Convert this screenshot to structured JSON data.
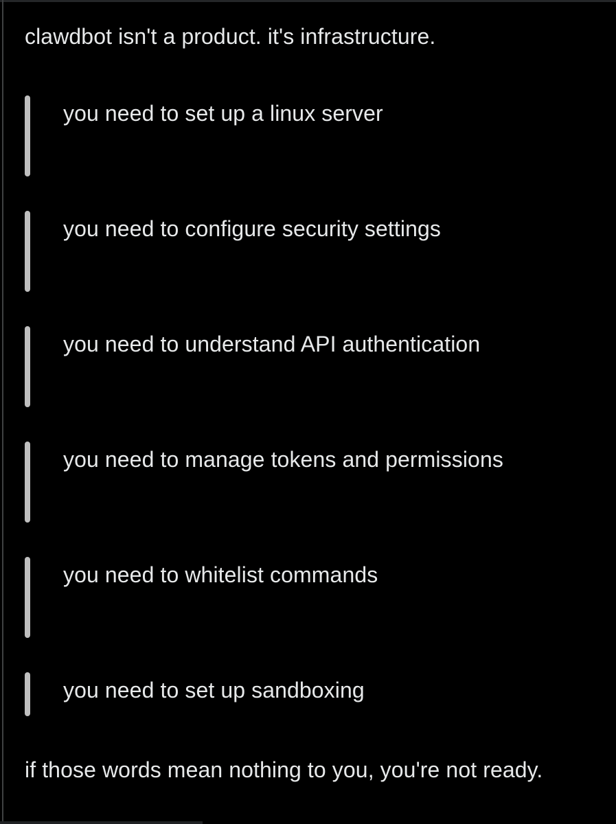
{
  "page": {
    "background_color": "#000000",
    "text_color": "#e7e9ea",
    "quote_bar_color": "#bfbfbf",
    "divider_color": "#3f4142"
  },
  "post": {
    "intro": "clawdbot isn't a product. it's infrastructure.",
    "quotes": [
      "you need to set up a linux server",
      "you need to configure security settings",
      "you need to understand API authentication",
      "you need to manage tokens and permissions",
      "you need to whitelist commands",
      "you need to set up sandboxing"
    ],
    "outro": "if those words mean nothing to you, you're not ready."
  }
}
